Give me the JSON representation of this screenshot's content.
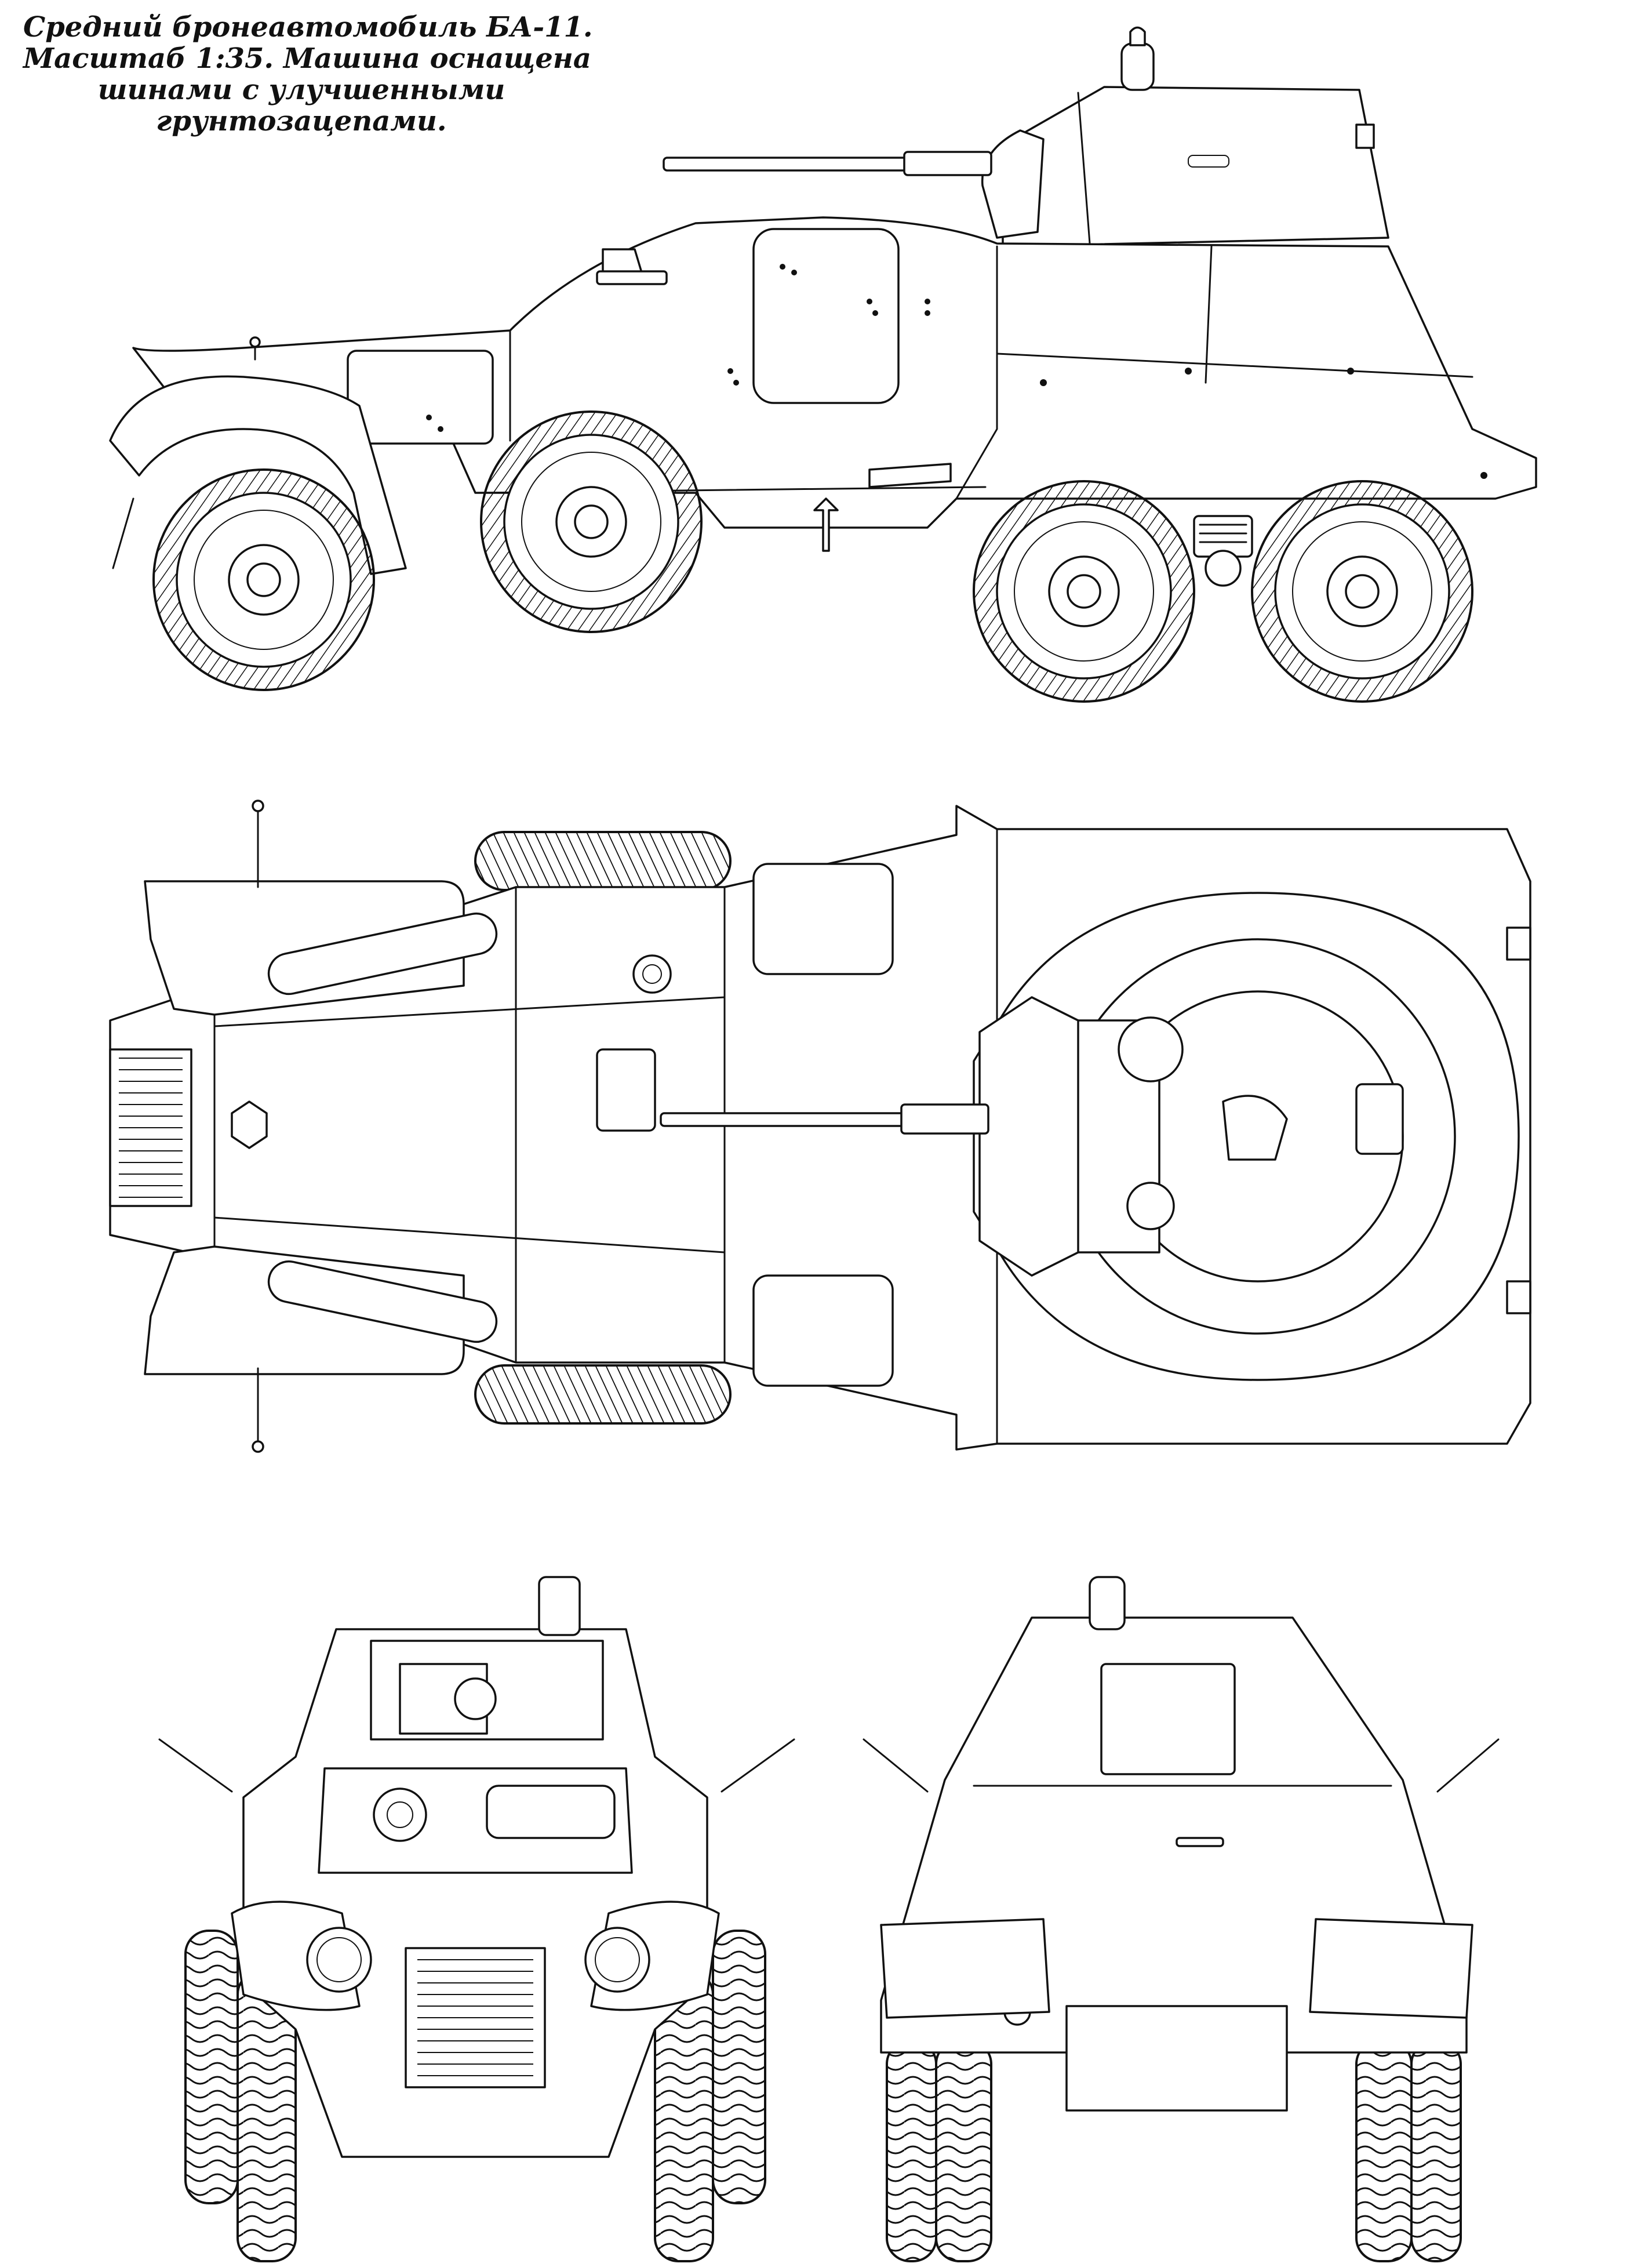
{
  "caption": {
    "lines": [
      "Средний бронеавтомобиль БА-11.",
      "Масштаб 1:35. Машина оснащена",
      "шинами с улучшенными",
      "грунтозацепами."
    ]
  },
  "views": [
    {
      "name": "side-view"
    },
    {
      "name": "top-view"
    },
    {
      "name": "front-view"
    },
    {
      "name": "rear-view"
    }
  ],
  "colors": {
    "line": "#111111",
    "paper": "#ffffff"
  }
}
